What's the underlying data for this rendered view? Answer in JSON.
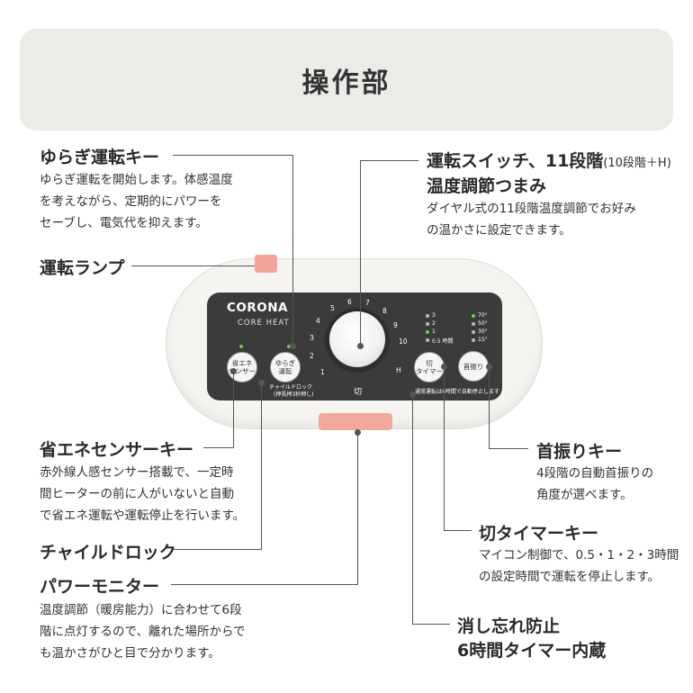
{
  "header": {
    "title": "操作部"
  },
  "labels": {
    "yuragi": {
      "title": "ゆらぎ運転キー",
      "desc": [
        "ゆらぎ運転を開始します。体感温度",
        "を考えながら、定期的にパワーを",
        "セーブし、電気代を抑えます。"
      ]
    },
    "lamp": {
      "title": "運転ランプ"
    },
    "switch": {
      "title_main": "運転スイッチ、11段階",
      "title_note": "(10段階＋H)",
      "title2": "温度調節つまみ",
      "desc": [
        "ダイヤル式の11段階温度調節でお好み",
        "の温かさに設定できます。"
      ]
    },
    "eco": {
      "title": "省エネセンサーキー",
      "desc": [
        "赤外線人感センサー搭載で、一定時",
        "間ヒーターの前に人がいないと自動",
        "で省エネ運転や運転停止を行います。"
      ]
    },
    "child": {
      "title": "チャイルドロック"
    },
    "power": {
      "title": "パワーモニター",
      "desc": [
        "温度調節（暖房能力）に合わせて6段",
        "階に点灯するので、離れた場所からで",
        "も温かさがひと目で分かります。"
      ]
    },
    "swing": {
      "title": "首振りキー",
      "desc": [
        "4段階の自動首振りの",
        "角度が選べます。"
      ]
    },
    "timer": {
      "title": "切タイマーキー",
      "desc": [
        "マイコン制御で、0.5・1・2・3時間",
        "の設定時間で運転を停止します。"
      ]
    },
    "forget": {
      "title": [
        "消し忘れ防止",
        "6時間タイマー内蔵"
      ]
    }
  },
  "device": {
    "brand": "CORONA",
    "model": "CORE HEAT",
    "dial_numbers": [
      "1",
      "2",
      "3",
      "4",
      "5",
      "6",
      "7",
      "8",
      "9",
      "10",
      "H"
    ],
    "dial_off": "切",
    "buttons": {
      "eco": "省エネ\nセンサー",
      "yuragi": "ゆらぎ\n運転",
      "timer": "切\nタイマー",
      "swing": "首振り"
    },
    "child_lock_note": [
      "チャイルドロック",
      "(押長押3秒押し)"
    ],
    "timer_levels": [
      "3",
      "2",
      "1",
      "0.5 時間"
    ],
    "timer_active": "1",
    "swing_levels": [
      "70°",
      "50°",
      "30°",
      "15°"
    ],
    "swing_active": "70°",
    "forget_note": "通常運転は6時間で自動停止します"
  },
  "colors": {
    "lamp": "#f3a39a",
    "led": "#69d04f",
    "panel": "#3b3b3b",
    "header_bg": "#ebebe8"
  }
}
